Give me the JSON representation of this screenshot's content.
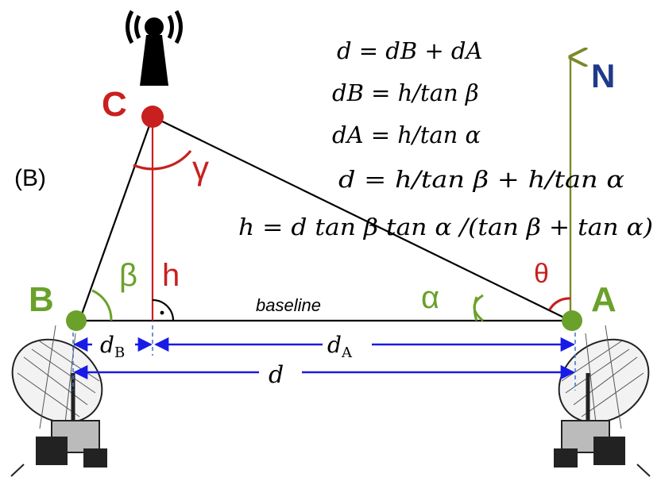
{
  "panel_label": "(B)",
  "points": {
    "C": "C",
    "B": "B",
    "A": "A",
    "north": "N"
  },
  "angles": {
    "gamma": "γ",
    "beta": "β",
    "alpha": "α",
    "theta": "θ"
  },
  "height_label": "h",
  "baseline_label": "baseline",
  "distances": {
    "dB_base": "d",
    "dB_sub": "B",
    "dA_base": "d",
    "dA_sub": "A",
    "d": "d"
  },
  "equations": {
    "eq1": "d = dB + dA",
    "eq2": "dB = h/tan β",
    "eq3": "dA = h/tan α",
    "eq4": "d = h/tan β + h/tan α",
    "eq5": "h = d tan β tan α /(tan β + tan α)"
  },
  "colors": {
    "red": "#c8201e",
    "green": "#6aa12b",
    "blue": "#1a1ae6",
    "navy": "#1f3a8a",
    "north_arrow": "#7a8a2a",
    "black": "#000000"
  },
  "icons": [
    "antenna-tower-icon",
    "satellite-dish-icon"
  ]
}
